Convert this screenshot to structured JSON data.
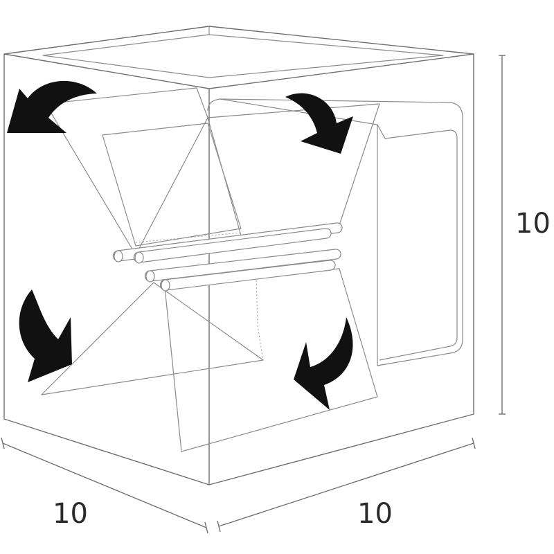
{
  "dimensions": {
    "height": "10",
    "depth": "10",
    "width": "10"
  },
  "colors": {
    "line": "#8a8a8a",
    "arrow": "#111111",
    "text": "#2a2a2a"
  },
  "icons": {
    "arrows": [
      "curved-arrow-top-left",
      "curved-arrow-top-right",
      "curved-arrow-bottom-left",
      "curved-arrow-bottom-right"
    ]
  }
}
